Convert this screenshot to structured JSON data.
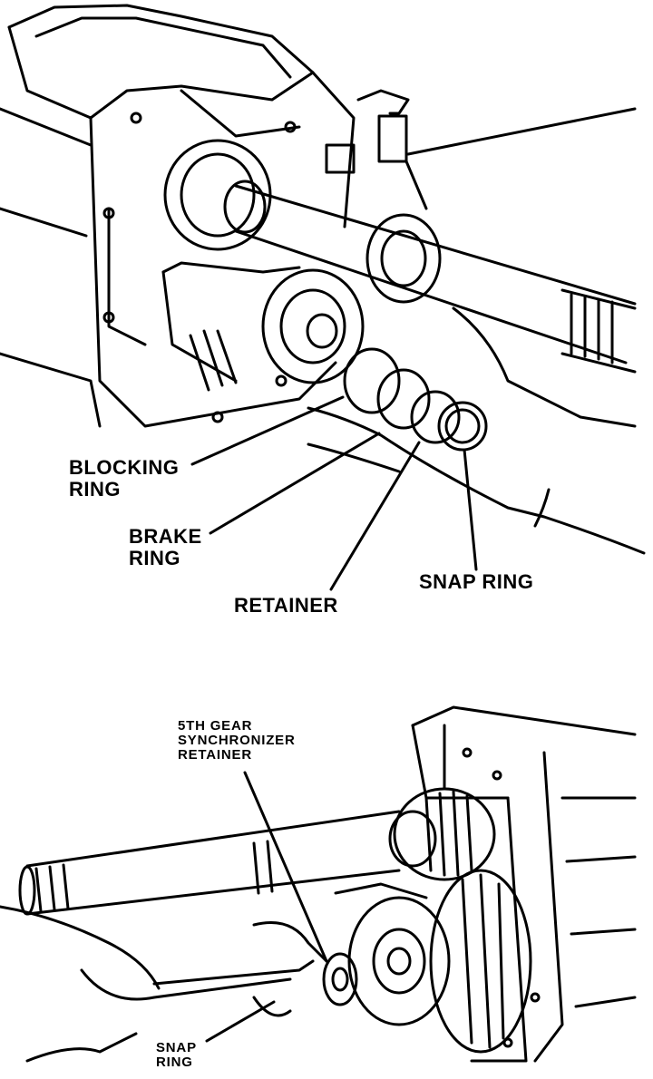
{
  "figure_top": {
    "labels": {
      "blocking_ring": "BLOCKING\nRING",
      "brake_ring": "BRAKE\nRING",
      "retainer": "RETAINER",
      "snap_ring": "SNAP RING"
    }
  },
  "figure_bottom": {
    "labels": {
      "synchronizer_retainer": "5TH GEAR\nSYNCHRONIZER\nRETAINER",
      "snap_ring": "SNAP\nRING"
    }
  },
  "colors": {
    "ink": "#000000",
    "paper": "#ffffff"
  }
}
